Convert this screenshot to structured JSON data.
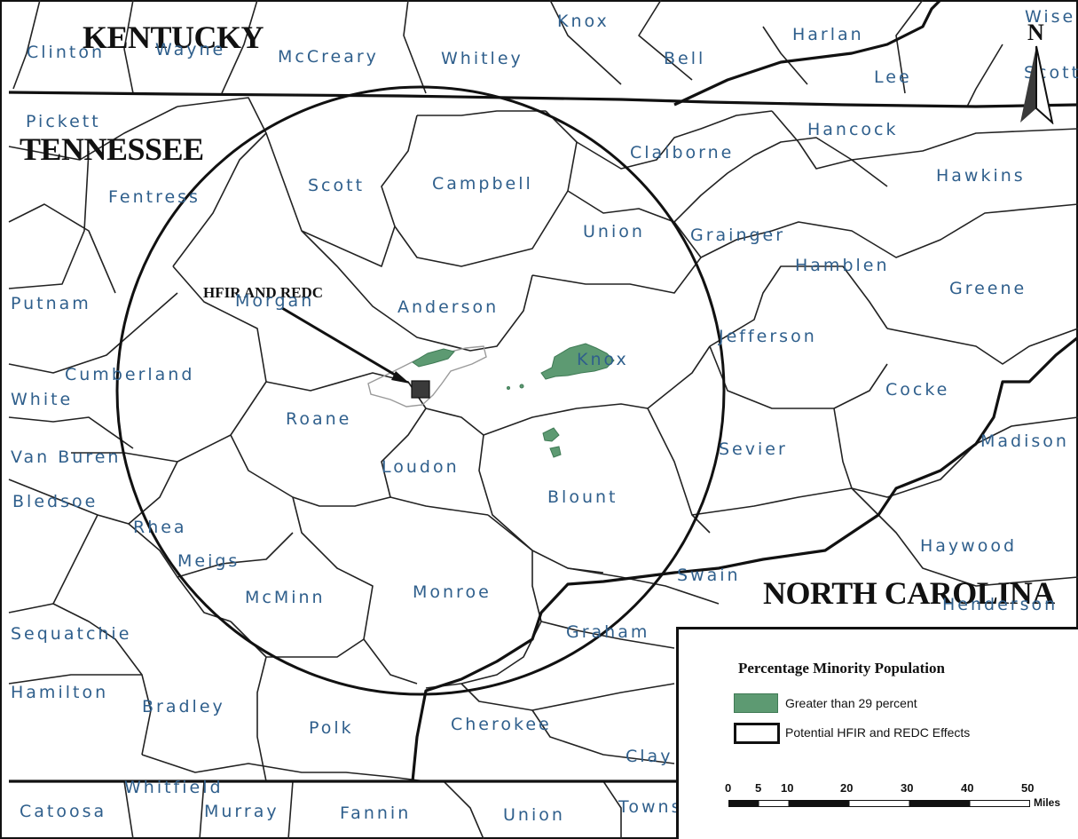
{
  "map": {
    "states": {
      "kentucky": "KENTUCKY",
      "tennessee": "TENNESSEE",
      "north_carolina": "NORTH CAROLINA"
    },
    "callout": "HFIR AND REDC",
    "compass": "N",
    "counties": {
      "clinton": "Clinton",
      "wayne": "Wayne",
      "mccreary": "McCreary",
      "whitley": "Whitley",
      "knox_ky": "Knox",
      "bell": "Bell",
      "harlan": "Harlan",
      "lee": "Lee",
      "scott_va": "Scott",
      "wise": "Wise",
      "pickett": "Pickett",
      "hancock": "Hancock",
      "claiborne": "Claiborne",
      "hawkins": "Hawkins",
      "scott": "Scott",
      "campbell": "Campbell",
      "fentress": "Fentress",
      "union": "Union",
      "grainger": "Grainger",
      "hamblen": "Hamblen",
      "greene": "Greene",
      "putnam": "Putnam",
      "morgan": "Morgan",
      "anderson": "Anderson",
      "jefferson": "Jefferson",
      "knox": "Knox",
      "cumberland": "Cumberland",
      "white": "White",
      "cocke": "Cocke",
      "roane": "Roane",
      "madison": "Madison",
      "van_buren": "Van Buren",
      "loudon": "Loudon",
      "sevier": "Sevier",
      "bledsoe": "Bledsoe",
      "blount": "Blount",
      "rhea": "Rhea",
      "meigs": "Meigs",
      "haywood": "Haywood",
      "swain": "Swain",
      "mcminn": "McMinn",
      "monroe": "Monroe",
      "henderson": "Henderson",
      "sequatchie": "Sequatchie",
      "graham": "Graham",
      "hamilton": "Hamilton",
      "bradley": "Bradley",
      "polk": "Polk",
      "cherokee": "Cherokee",
      "clay": "Clay",
      "whitfield": "Whitfield",
      "catoosa": "Catoosa",
      "murray": "Murray",
      "fannin": "Fannin",
      "union_ga": "Union",
      "towns": "Towns"
    },
    "colors": {
      "county_label": "#2f5f8c",
      "minority_fill": "#5d9a72",
      "boundary": "#111111"
    }
  },
  "legend": {
    "title": "Percentage Minority Population",
    "items": [
      {
        "label": "Greater than 29 percent"
      },
      {
        "label": "Potential HFIR and REDC Effects"
      }
    ],
    "scale": {
      "ticks": [
        "0",
        "5",
        "10",
        "20",
        "30",
        "40",
        "50"
      ],
      "unit": "Miles"
    }
  }
}
